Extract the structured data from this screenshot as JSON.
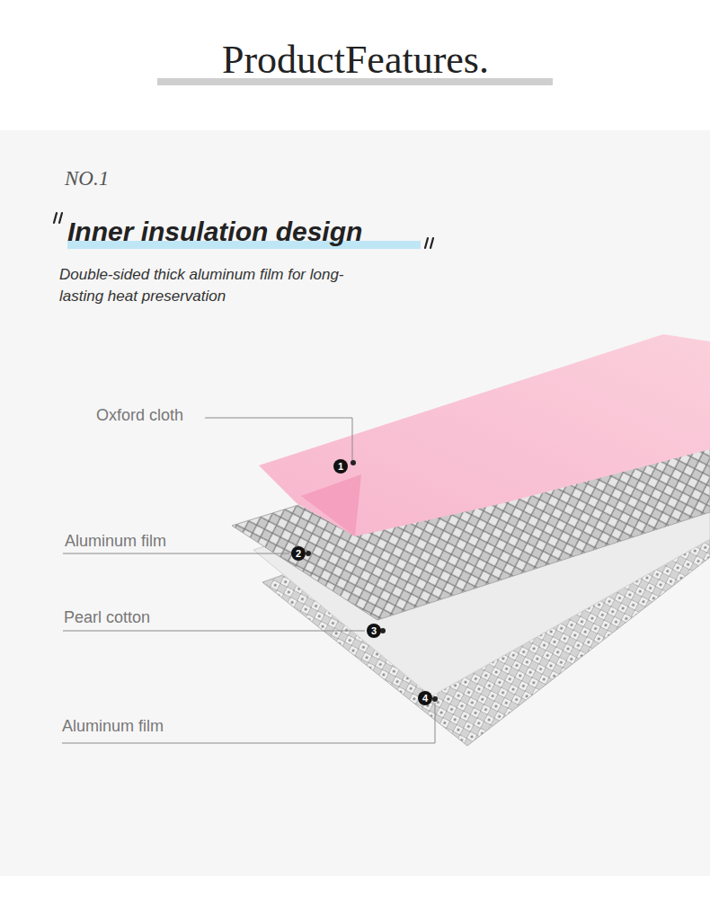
{
  "diagram": {
    "title": "ProductFeatures.",
    "labels": [
      "NO.1",
      "Inner insulation design",
      "Double-sided thick aluminum film for long-lasting heat preservation",
      "Oxford cloth",
      "1",
      "Aluminum film",
      "2",
      "Pearl cotton",
      "3",
      "Aluminum film",
      "4"
    ]
  }
}
